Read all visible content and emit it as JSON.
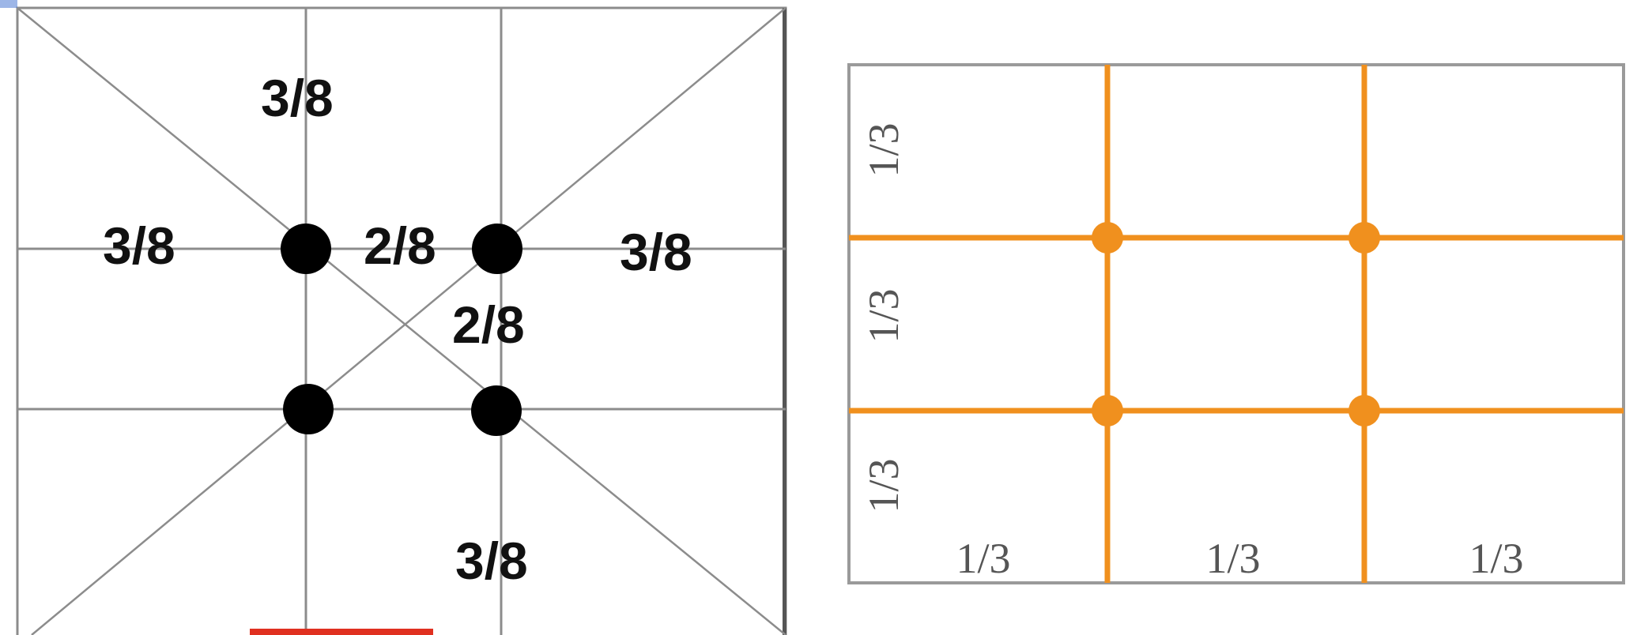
{
  "golden_section_diagram": {
    "labels": {
      "top": "3/8",
      "left": "3/8",
      "center": "2/8",
      "right": "3/8",
      "center_lower": "2/8",
      "bottom": "3/8"
    },
    "point_color": "#000000",
    "line_color": "#8c8c8c"
  },
  "rule_of_thirds_diagram": {
    "left_labels": [
      "1/3",
      "1/3",
      "1/3"
    ],
    "bottom_labels": [
      "1/3",
      "1/3",
      "1/3"
    ],
    "grid_color": "#f0901e",
    "frame_color": "#9a9a9a"
  }
}
